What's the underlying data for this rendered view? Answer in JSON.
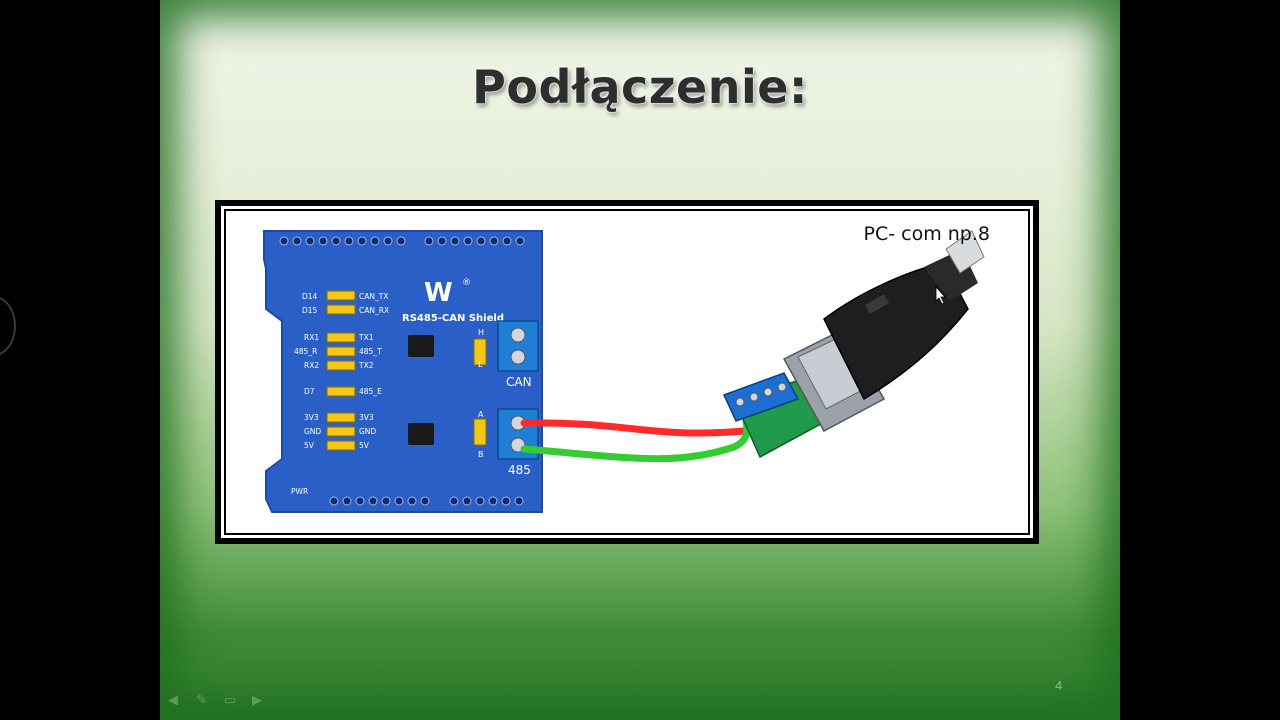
{
  "slide": {
    "title": "Podłączenie:",
    "pc_label": "PC- com np.8",
    "page_number": "4"
  },
  "board": {
    "brand": "RS485-CAN Shield",
    "can_label": "CAN",
    "rs485_label": "485",
    "pins_left": [
      "D14",
      "D15",
      "RX1",
      "485_R",
      "RX2",
      "D7",
      "3V3",
      "GND",
      "5V"
    ],
    "pins_right": [
      "CAN_TX",
      "CAN_RX",
      "TX1",
      "485_T",
      "TX2",
      "485_E",
      "3V3",
      "GND",
      "5V"
    ],
    "can_pins": [
      "H",
      "L"
    ],
    "rs485_pins": [
      "A",
      "B"
    ],
    "pwr_label": "PWR"
  },
  "colors": {
    "board_blue": "#2a5fc8",
    "wire_red": "#ff2a2a",
    "wire_green": "#33cc33",
    "slide_green": "#2a7a2a"
  },
  "nav_icons": [
    "back-arrow-icon",
    "pen-icon",
    "menu-icon",
    "forward-arrow-icon"
  ]
}
